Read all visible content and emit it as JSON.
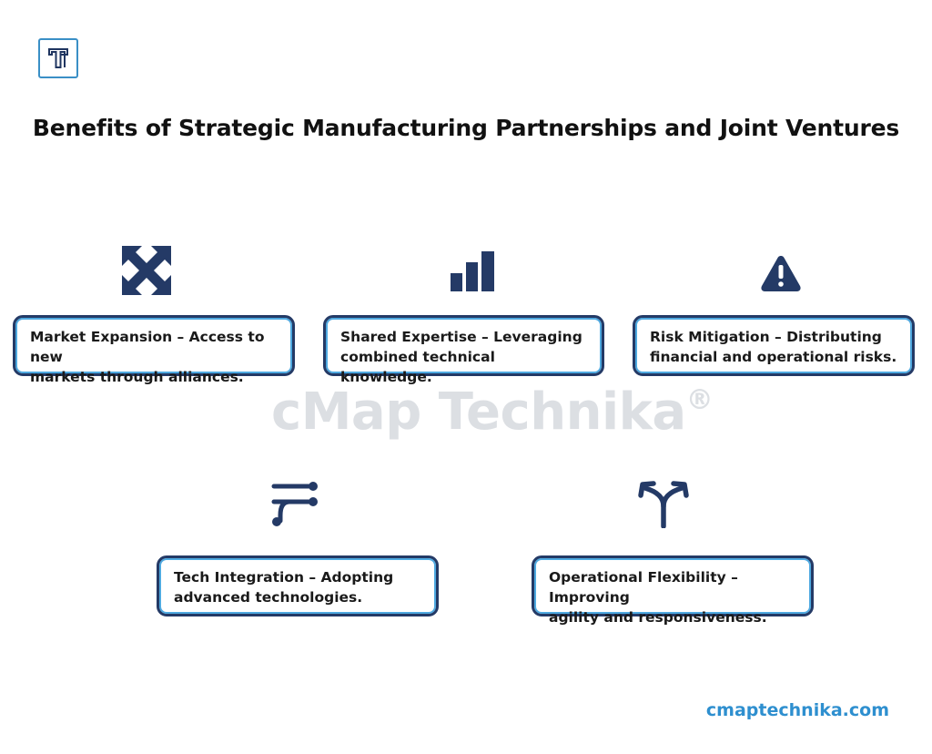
{
  "header": {
    "title": "Benefits of Strategic Manufacturing Partnerships and Joint Ventures"
  },
  "watermark": {
    "text": "cMap Technika",
    "mark": "®"
  },
  "items": [
    {
      "icon": "cross-arrows-icon",
      "line1": "Market Expansion – Access to new",
      "line2": "markets through alliances."
    },
    {
      "icon": "bar-chart-icon",
      "line1": "Shared Expertise – Leveraging",
      "line2": "combined technical knowledge."
    },
    {
      "icon": "warning-icon",
      "line1": "Risk Mitigation – Distributing",
      "line2": "financial and operational risks."
    },
    {
      "icon": "integration-icon",
      "line1": "Tech Integration – Adopting",
      "line2": "advanced technologies."
    },
    {
      "icon": "fork-arrow-icon",
      "line1": "Operational Flexibility – Improving",
      "line2": "agility and responsiveness."
    }
  ],
  "footer": {
    "website": "cmaptechnika.com"
  },
  "colors": {
    "navy": "#243a66",
    "accent_blue": "#4ea9e0",
    "link_blue": "#2e8fcf",
    "watermark": "#dcdfe3"
  }
}
